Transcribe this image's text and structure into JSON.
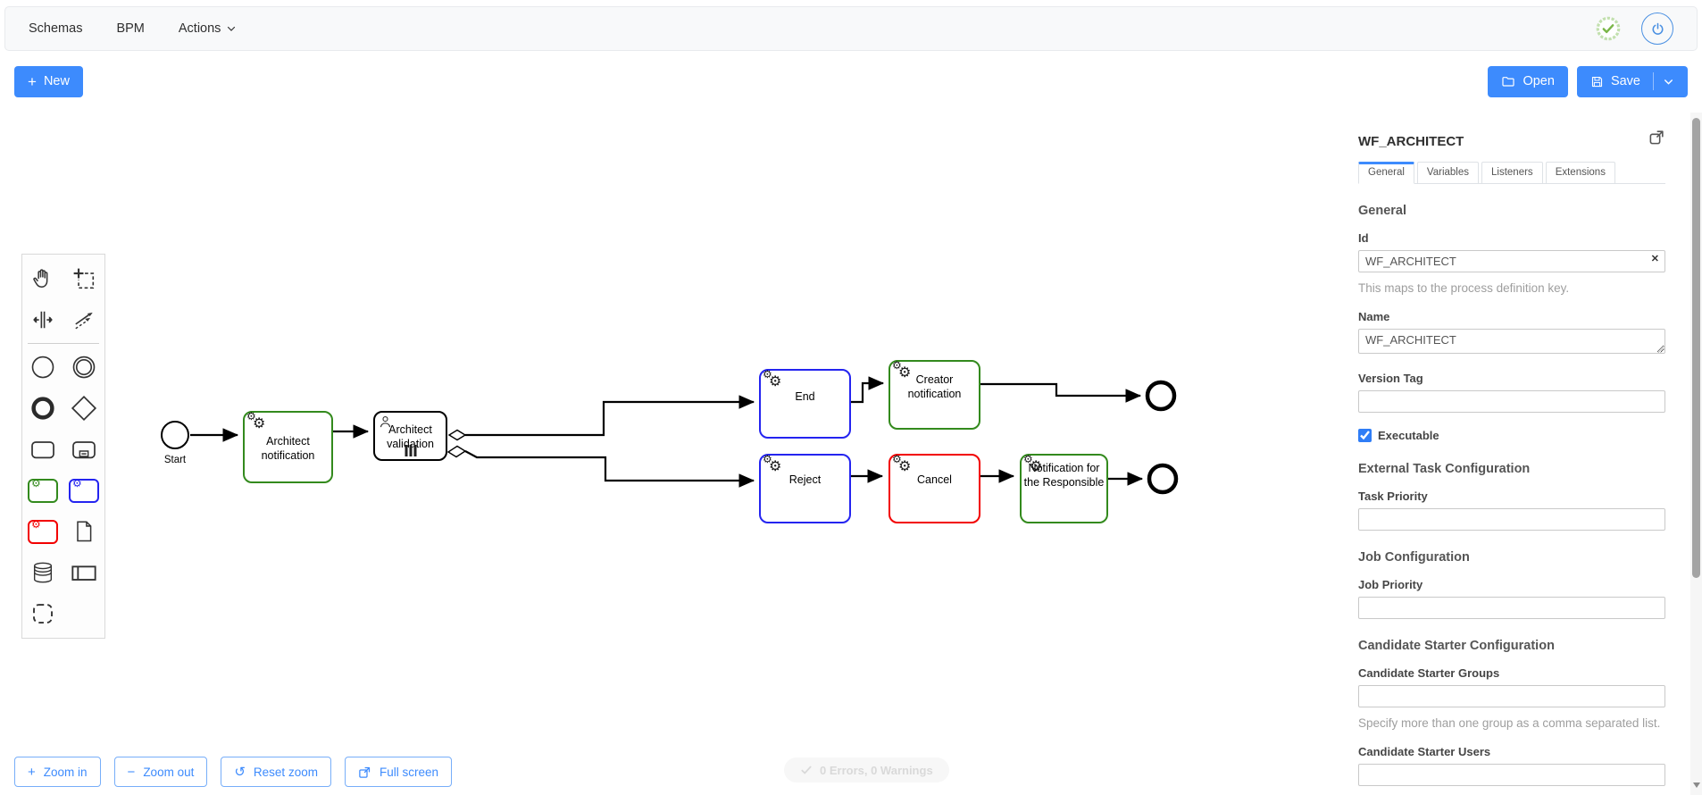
{
  "navbar": {
    "schemas": "Schemas",
    "bpm": "BPM",
    "actions": "Actions"
  },
  "toolbar": {
    "new": "New",
    "open": "Open",
    "save": "Save"
  },
  "palette": {
    "tools": [
      "hand-tool",
      "lasso-tool",
      "space-tool",
      "global-connect-tool",
      "create-start-event",
      "create-intermediate-event",
      "create-end-event",
      "create-gateway",
      "create-task",
      "create-expanded-subprocess",
      "create-green-service-task",
      "create-blue-service-task",
      "create-red-service-task",
      "create-data-object",
      "create-data-store",
      "create-participant",
      "create-group"
    ]
  },
  "diagram": {
    "start_label": "Start",
    "nodes": [
      {
        "label": "Architect notification",
        "type": "service-task",
        "border_color": "#338a1d"
      },
      {
        "label": "Architect validation",
        "type": "user-task",
        "border_color": "#000000"
      },
      {
        "label": "End",
        "type": "service-task",
        "border_color": "#2424f0"
      },
      {
        "label": "Creator notification",
        "type": "service-task",
        "border_color": "#338a1d"
      },
      {
        "label": "Reject",
        "type": "service-task",
        "border_color": "#2424f0"
      },
      {
        "label": "Cancel",
        "type": "service-task",
        "border_color": "#f20000"
      },
      {
        "label": "Notification for the Responsible",
        "type": "service-task",
        "border_color": "#338a1d"
      }
    ]
  },
  "controls": {
    "zoom_in": "Zoom in",
    "zoom_out": "Zoom out",
    "reset_zoom": "Reset zoom",
    "full_screen": "Full screen"
  },
  "status": {
    "text": "0 Errors, 0 Warnings"
  },
  "panel": {
    "title": "WF_ARCHITECT",
    "tabs": [
      "General",
      "Variables",
      "Listeners",
      "Extensions"
    ],
    "active_tab": "General",
    "general_heading": "General",
    "id_label": "Id",
    "id_value": "WF_ARCHITECT",
    "id_help": "This maps to the process definition key.",
    "name_label": "Name",
    "name_value": "WF_ARCHITECT",
    "version_tag_label": "Version Tag",
    "executable_label": "Executable",
    "executable_checked": "checked",
    "external_heading": "External Task Configuration",
    "task_priority_label": "Task Priority",
    "job_heading": "Job Configuration",
    "job_priority_label": "Job Priority",
    "candidate_heading": "Candidate Starter Configuration",
    "candidate_groups_label": "Candidate Starter Groups",
    "candidate_groups_help": "Specify more than one group as a comma separated list.",
    "candidate_users_label": "Candidate Starter Users"
  },
  "colors": {
    "accent": "#3d8bfd",
    "node_green": "#338a1d",
    "node_blue": "#2424f0",
    "node_red": "#f20000",
    "success_badge": "#8bc34a"
  }
}
